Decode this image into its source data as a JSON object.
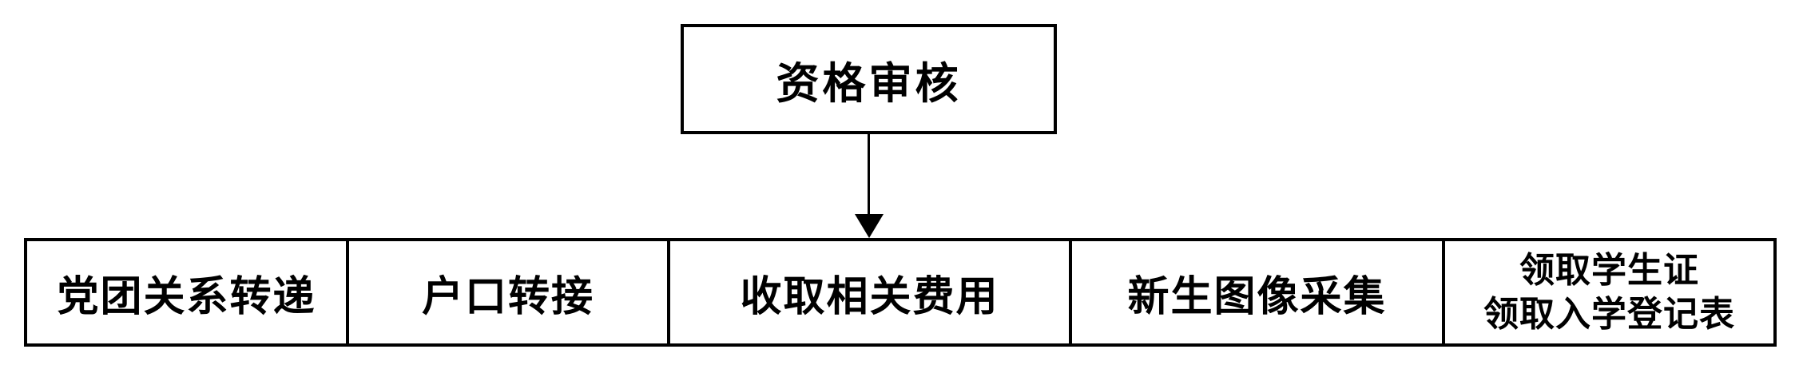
{
  "flowchart": {
    "top_box": {
      "label": "资格审核"
    },
    "bottom_row": {
      "cells": [
        {
          "lines": [
            "党团关系转递"
          ]
        },
        {
          "lines": [
            "户口转接"
          ]
        },
        {
          "lines": [
            "收取相关费用"
          ]
        },
        {
          "lines": [
            "新生图像采集"
          ]
        },
        {
          "lines": [
            "领取学生证",
            "领取入学登记表"
          ]
        }
      ]
    },
    "colors": {
      "border": "#000000",
      "background": "#ffffff",
      "text": "#000000"
    }
  }
}
